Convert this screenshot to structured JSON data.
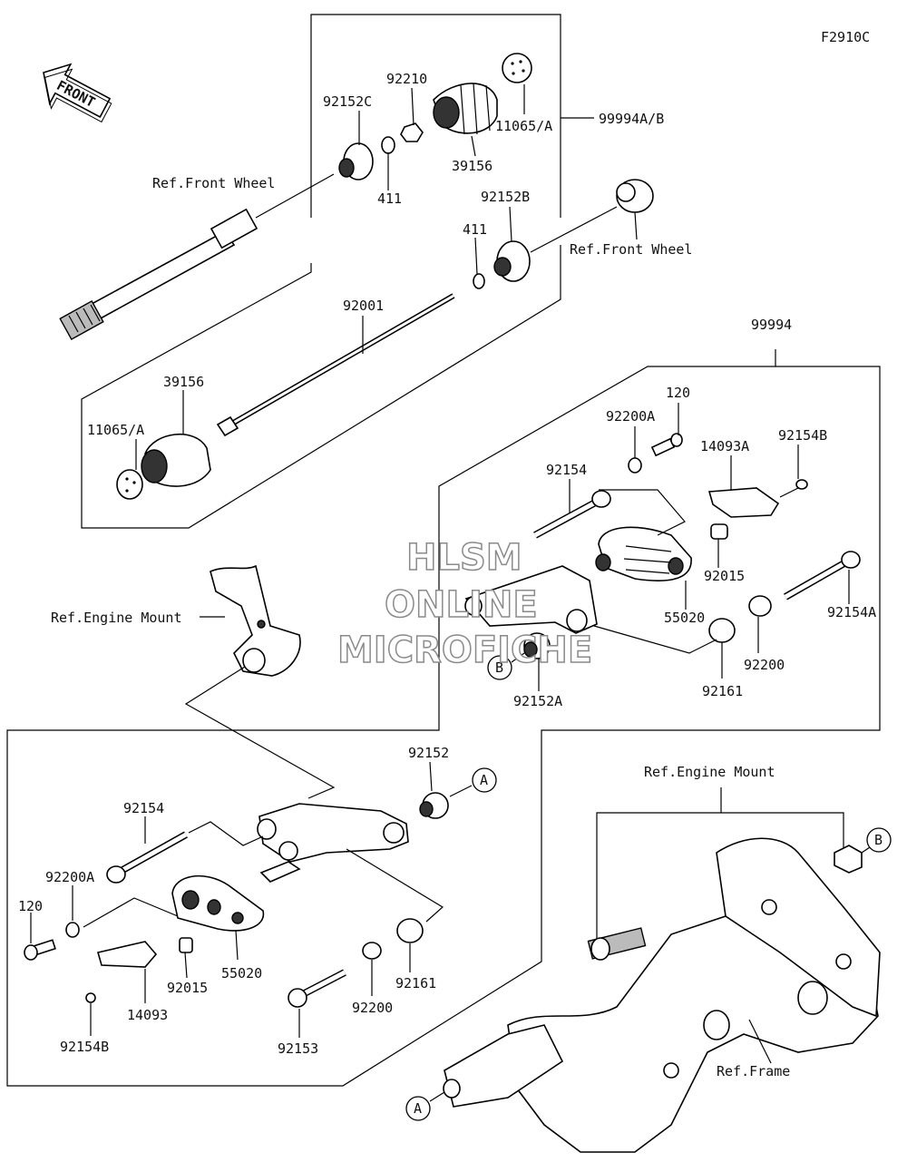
{
  "figure_code": "F2910C",
  "direction_arrow": "FRONT",
  "watermark": [
    "HLSM",
    "ONLINE",
    "MICROFICHE"
  ],
  "refs": {
    "front_wheel_1": "Ref.Front Wheel",
    "front_wheel_2": "Ref.Front Wheel",
    "engine_mount_1": "Ref.Engine Mount",
    "engine_mount_2": "Ref.Engine Mount",
    "frame": "Ref.Frame"
  },
  "callouts": {
    "A": "A",
    "B": "B"
  },
  "parts": {
    "p92152C": "92152C",
    "p92210": "92210",
    "p11065A_top": "11065/A",
    "p99994AB": "99994A/B",
    "p411_top": "411",
    "p39156_top": "39156",
    "p92152B": "92152B",
    "p411_mid": "411",
    "p92001": "92001",
    "p39156_left": "39156",
    "p11065A_left": "11065/A",
    "p99994": "99994",
    "p120_right": "120",
    "p92200A_right": "92200A",
    "p14093A": "14093A",
    "p92154B_right": "92154B",
    "p92154_right": "92154",
    "p92015_right": "92015",
    "p55020_right": "55020",
    "p92154A": "92154A",
    "p92200_right": "92200",
    "p92161_right": "92161",
    "p92152A": "92152A",
    "p92152": "92152",
    "p92154_left": "92154",
    "p92200A_left": "92200A",
    "p120_left": "120",
    "p55020_left": "55020",
    "p92015_left": "92015",
    "p14093": "14093",
    "p92154B_left": "92154B",
    "p92161_left": "92161",
    "p92200_left": "92200",
    "p92153": "92153"
  }
}
